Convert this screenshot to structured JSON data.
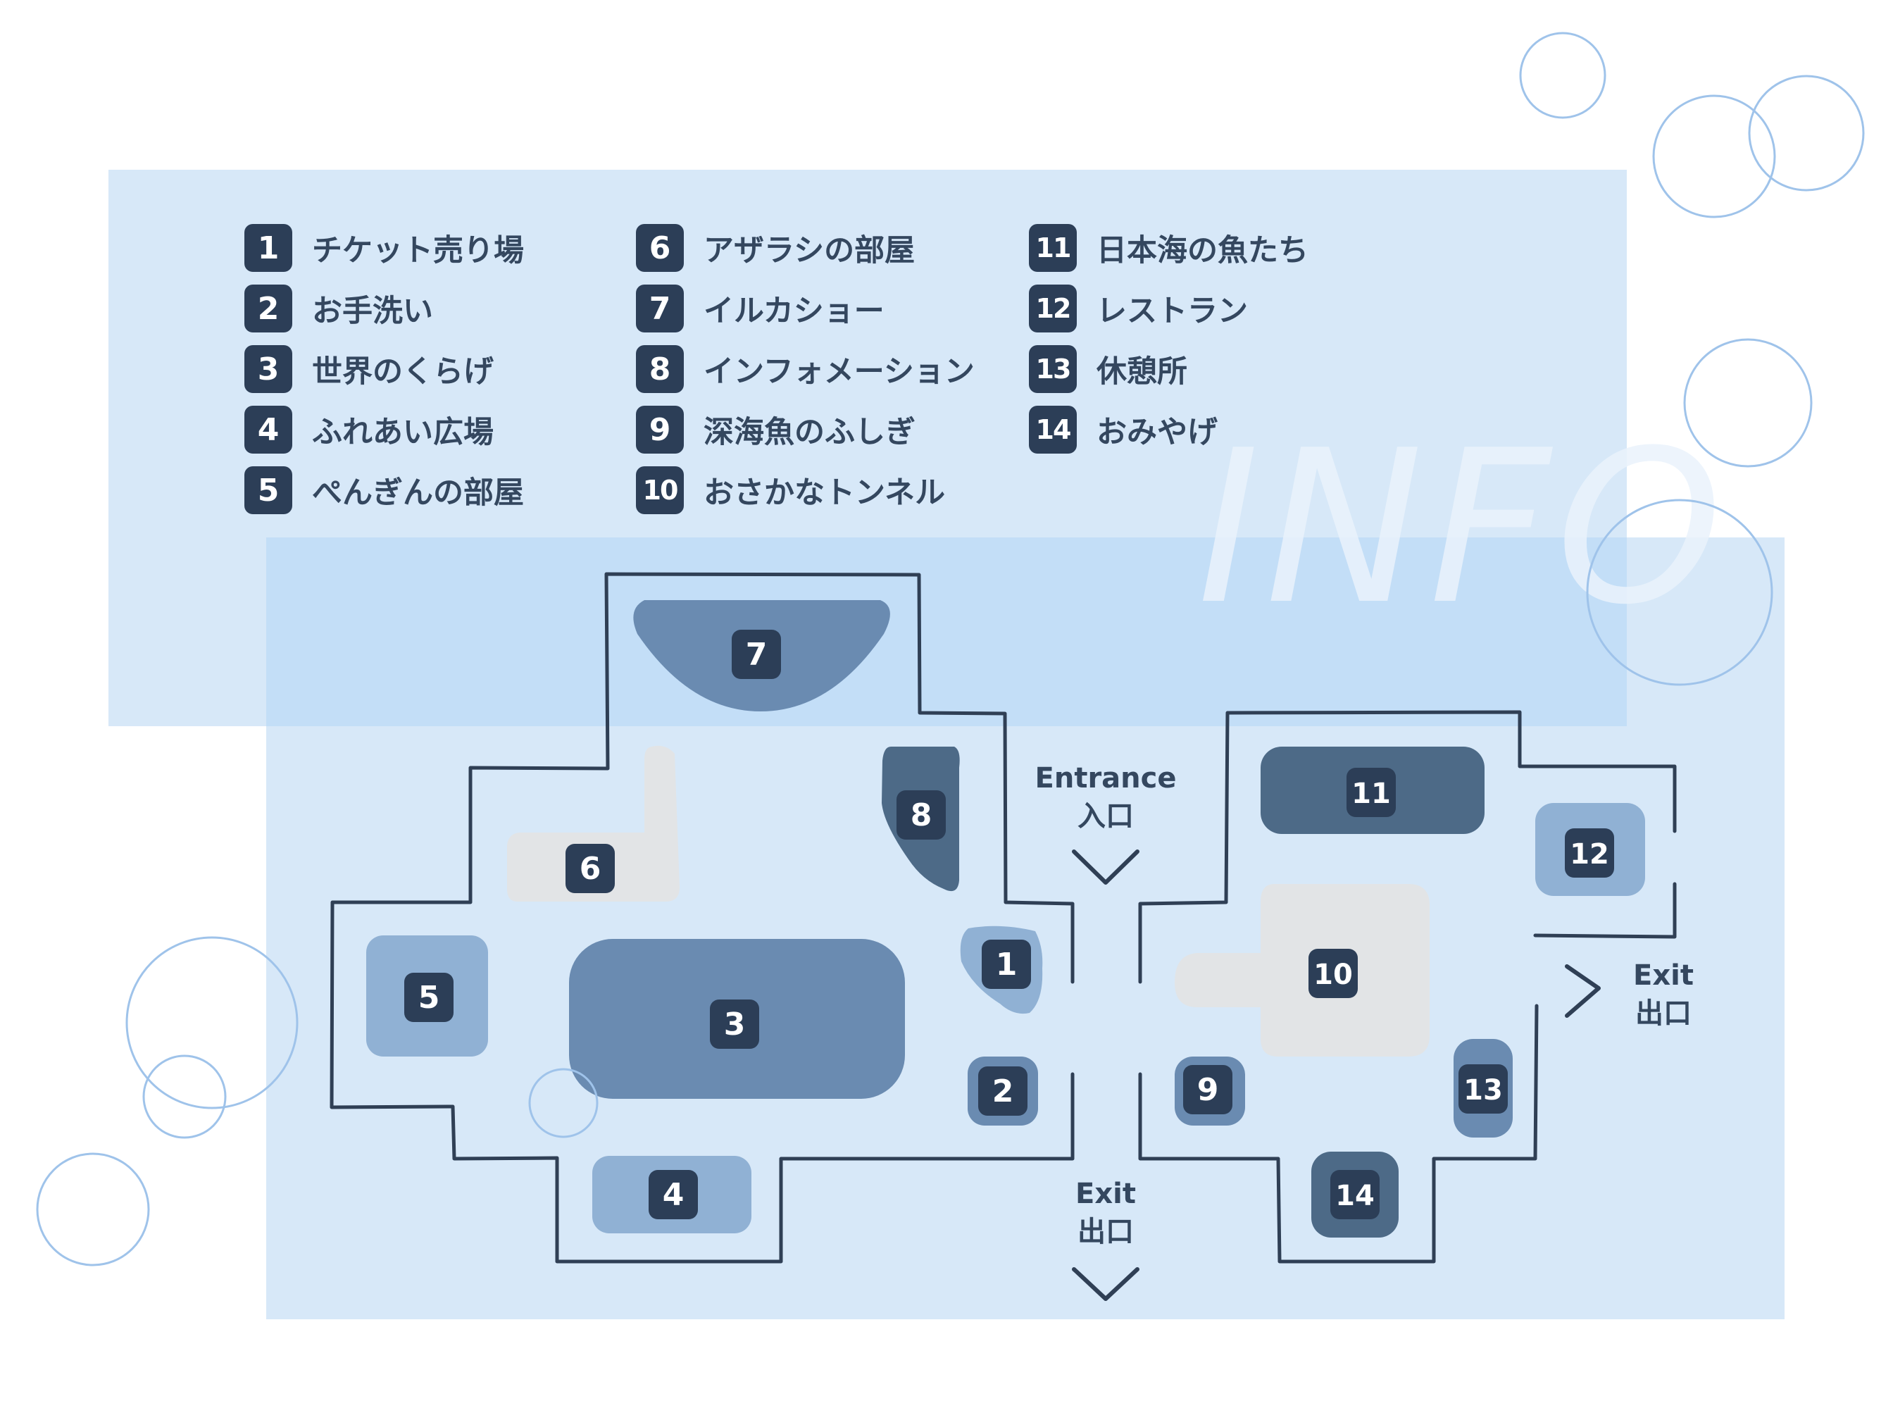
{
  "title": "INFO",
  "legend": [
    {
      "number": "1",
      "label": "チケット売り場"
    },
    {
      "number": "2",
      "label": "お手洗い"
    },
    {
      "number": "3",
      "label": "世界のくらげ"
    },
    {
      "number": "4",
      "label": "ふれあい広場"
    },
    {
      "number": "5",
      "label": "ぺんぎんの部屋"
    },
    {
      "number": "6",
      "label": "アザラシの部屋"
    },
    {
      "number": "7",
      "label": "イルカショー"
    },
    {
      "number": "8",
      "label": "インフォメーション"
    },
    {
      "number": "9",
      "label": "深海魚のふしぎ"
    },
    {
      "number": "10",
      "label": "おさかなトンネル"
    },
    {
      "number": "11",
      "label": "日本海の魚たち"
    },
    {
      "number": "12",
      "label": "レストラン"
    },
    {
      "number": "13",
      "label": "休憩所"
    },
    {
      "number": "14",
      "label": "おみやげ"
    }
  ],
  "map": {
    "entrance": {
      "en": "Entrance",
      "ja": "入口"
    },
    "exit_bottom": {
      "en": "Exit",
      "ja": "出口"
    },
    "exit_right": {
      "en": "Exit",
      "ja": "出口"
    }
  },
  "colors": {
    "panel": "#d7e8f8",
    "badge": "#2c3e57",
    "room_dark": "#4d6a87",
    "room_mid": "#6a8bb1",
    "room_light": "#90b1d4",
    "room_grey": "#e2e4e6",
    "wall": "#2f3f55",
    "bubble": "#9fc3ea"
  }
}
